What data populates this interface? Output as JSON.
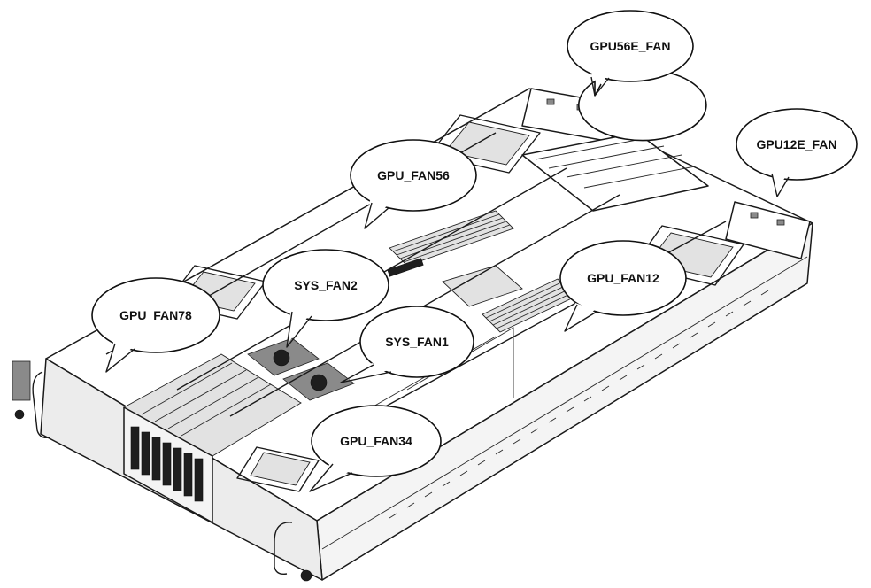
{
  "callouts": [
    {
      "id": "gpu56e",
      "label": "GPU56E_FAN"
    },
    {
      "id": "gpu12e",
      "label": "GPU12E_FAN"
    },
    {
      "id": "gpu56",
      "label": "GPU_FAN56"
    },
    {
      "id": "sys2",
      "label": "SYS_FAN2"
    },
    {
      "id": "gpu78",
      "label": "GPU_FAN78"
    },
    {
      "id": "gpu12",
      "label": "GPU_FAN12"
    },
    {
      "id": "sys1",
      "label": "SYS_FAN1"
    },
    {
      "id": "gpu34",
      "label": "GPU_FAN34"
    }
  ]
}
